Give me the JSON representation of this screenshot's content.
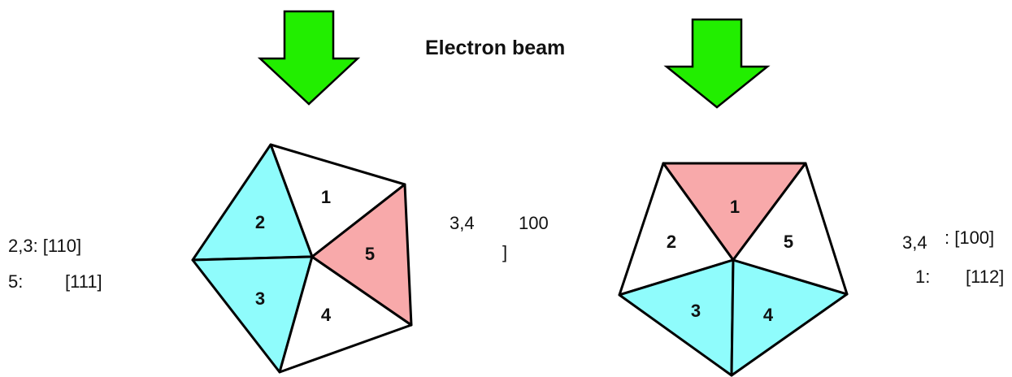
{
  "title": "Electron beam",
  "colors": {
    "arrow_fill": "#22ee00",
    "cyan_fill": "#8ffcfc",
    "pink_fill": "#f8a9aa",
    "white_fill": "#ffffff",
    "stroke": "#000000"
  },
  "left_pentagon": {
    "triangles": [
      {
        "label": "1",
        "fill": "white"
      },
      {
        "label": "2",
        "fill": "cyan"
      },
      {
        "label": "3",
        "fill": "cyan"
      },
      {
        "label": "4",
        "fill": "white"
      },
      {
        "label": "5",
        "fill": "pink"
      }
    ],
    "notes_left": {
      "line1": "2,3: [110]",
      "line2_prefix": "5:",
      "line2_value": "[111]"
    },
    "notes_right": {
      "prefix": "3,4",
      "value": "100",
      "bracket": "]"
    }
  },
  "right_pentagon": {
    "triangles": [
      {
        "label": "1",
        "fill": "pink"
      },
      {
        "label": "2",
        "fill": "white"
      },
      {
        "label": "3",
        "fill": "cyan"
      },
      {
        "label": "4",
        "fill": "cyan"
      },
      {
        "label": "5",
        "fill": "white"
      }
    ],
    "notes_right": {
      "line1_prefix": "3,4",
      "line1_value": ": [100]",
      "line2_prefix": "1:",
      "line2_value": "[112]"
    }
  }
}
